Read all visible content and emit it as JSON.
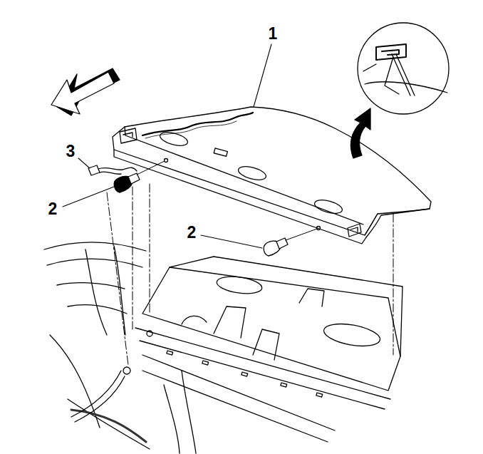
{
  "diagram": {
    "labels": [
      "1",
      "3",
      "2",
      "2"
    ]
  }
}
